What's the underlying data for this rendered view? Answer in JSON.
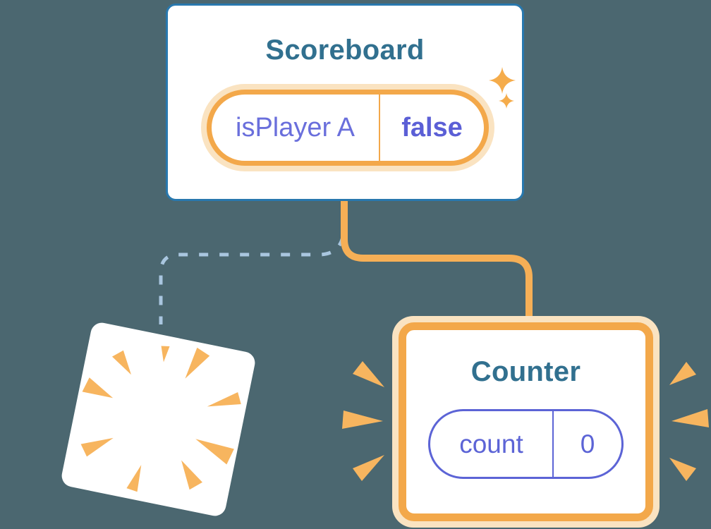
{
  "diagram": {
    "background_color": "#4B6770",
    "scoreboard": {
      "title": "Scoreboard",
      "state": {
        "label": "isPlayer A",
        "value": "false"
      }
    },
    "counter": {
      "title": "Counter",
      "state": {
        "label": "count",
        "value": "0"
      }
    },
    "colors": {
      "card_background": "#FFFFFF",
      "card_border_blue": "#2878AE",
      "title_text_teal": "#31708F",
      "state_text_purple": "#6A6FDC",
      "state_value_purple": "#5B5FD6",
      "counter_pill_purple": "#5C64D6",
      "highlight_orange": "#F3A84A",
      "highlight_halo": "#FAE3C1",
      "connector_orange": "#F6AF56",
      "connector_dashed_blue": "#A9C6DF",
      "burst_orange": "#F7B55F"
    },
    "icons": {
      "sparkle": "sparkle-icon",
      "burst": "burst-icon"
    }
  }
}
